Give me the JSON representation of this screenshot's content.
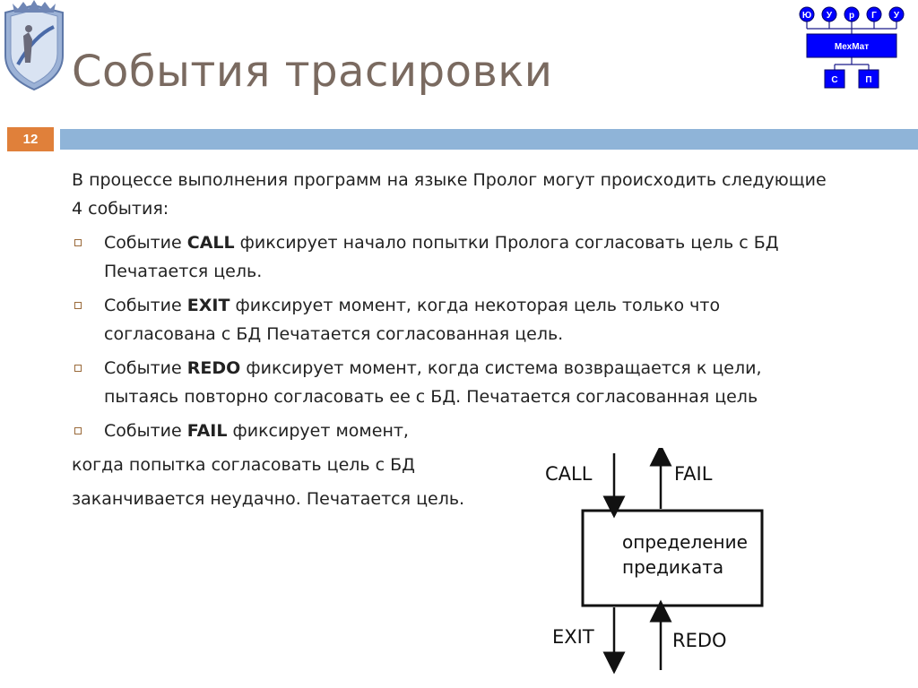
{
  "slide": {
    "title": "События трасировки",
    "number": "12"
  },
  "org_chart": {
    "top_nodes": [
      "Ю",
      "У",
      "р",
      "Г",
      "У"
    ],
    "center": "МехМат",
    "bottom_nodes": [
      "С",
      "П"
    ]
  },
  "content": {
    "intro": "В процессе выполнения программ на языке Пролог могут происходить следующие 4 события:",
    "bullets": [
      {
        "prefix": "Событие ",
        "keyword": "CALL",
        "text": " фиксирует начало попытки Пролога согласовать цель с БД Печатается цель."
      },
      {
        "prefix": "Событие ",
        "keyword": "EXIT",
        "text": " фиксирует момент, когда некоторая цель только что согласована с БД Печатается согласованная цель."
      },
      {
        "prefix": "Событие ",
        "keyword": "REDO",
        "text": " фиксирует момент, когда система возвращается к цели, пытаясь повторно согласовать ее с БД. Печатается согласованная цель"
      },
      {
        "prefix": "Событие ",
        "keyword": "FAIL",
        "text": " фиксирует момент,"
      }
    ],
    "continuation": [
      "когда попытка согласовать цель с БД",
      "заканчивается неудачно. Печатается цель."
    ]
  },
  "diagram": {
    "call_label": "CALL",
    "fail_label": "FAIL",
    "exit_label": "EXIT",
    "redo_label": "REDO",
    "box_line1": "определение",
    "box_line2": "предиката"
  }
}
